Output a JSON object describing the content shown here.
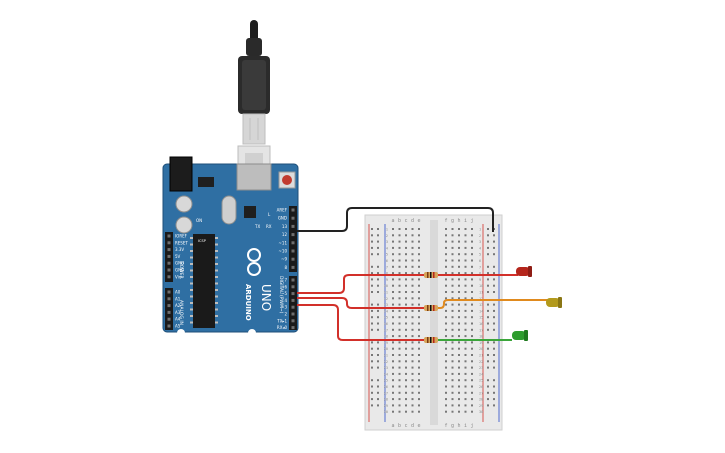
{
  "arduino": {
    "model": "UNO",
    "brand": "ARDUINO",
    "digital_label": "DIGITAL (PWM~)",
    "power_label": "POWER",
    "analog_label": "ANALOG IN",
    "tx_label": "TX",
    "rx_label": "RX",
    "l_label": "L",
    "on_label": "ON",
    "icsp_label": "ICSP",
    "top_pins": [
      "AREF",
      "GND",
      "13",
      "12",
      "~11",
      "~10",
      "~9",
      "8"
    ],
    "bottom_pins": [
      "7",
      "~6",
      "~5",
      "4",
      "~3",
      "2",
      "TX▸1",
      "RX◂0"
    ],
    "power_pins": [
      "IOREF",
      "RESET",
      "3.3V",
      "5V",
      "GND",
      "GND",
      "Vin"
    ],
    "analog_pins": [
      "A0",
      "A1",
      "A2",
      "A3",
      "A4",
      "A5"
    ]
  },
  "breadboard": {
    "columns_left": [
      "a",
      "b",
      "c",
      "d",
      "e"
    ],
    "columns_right": [
      "f",
      "g",
      "h",
      "i",
      "j"
    ],
    "rows": 30
  },
  "components": {
    "leds": [
      {
        "name": "red-led",
        "color": "#b5261c"
      },
      {
        "name": "yellow-led",
        "color": "#b39a1c"
      },
      {
        "name": "green-led",
        "color": "#2e9d2e"
      }
    ],
    "resistor_count": 3
  },
  "colors": {
    "board": "#2f6fa3",
    "board_dark": "#1f4f78",
    "wire_red": "#d2302a",
    "wire_black": "#222222",
    "wire_orange": "#e08a1e",
    "wire_green": "#3aa53a",
    "breadboard": "#e9e9e9"
  }
}
